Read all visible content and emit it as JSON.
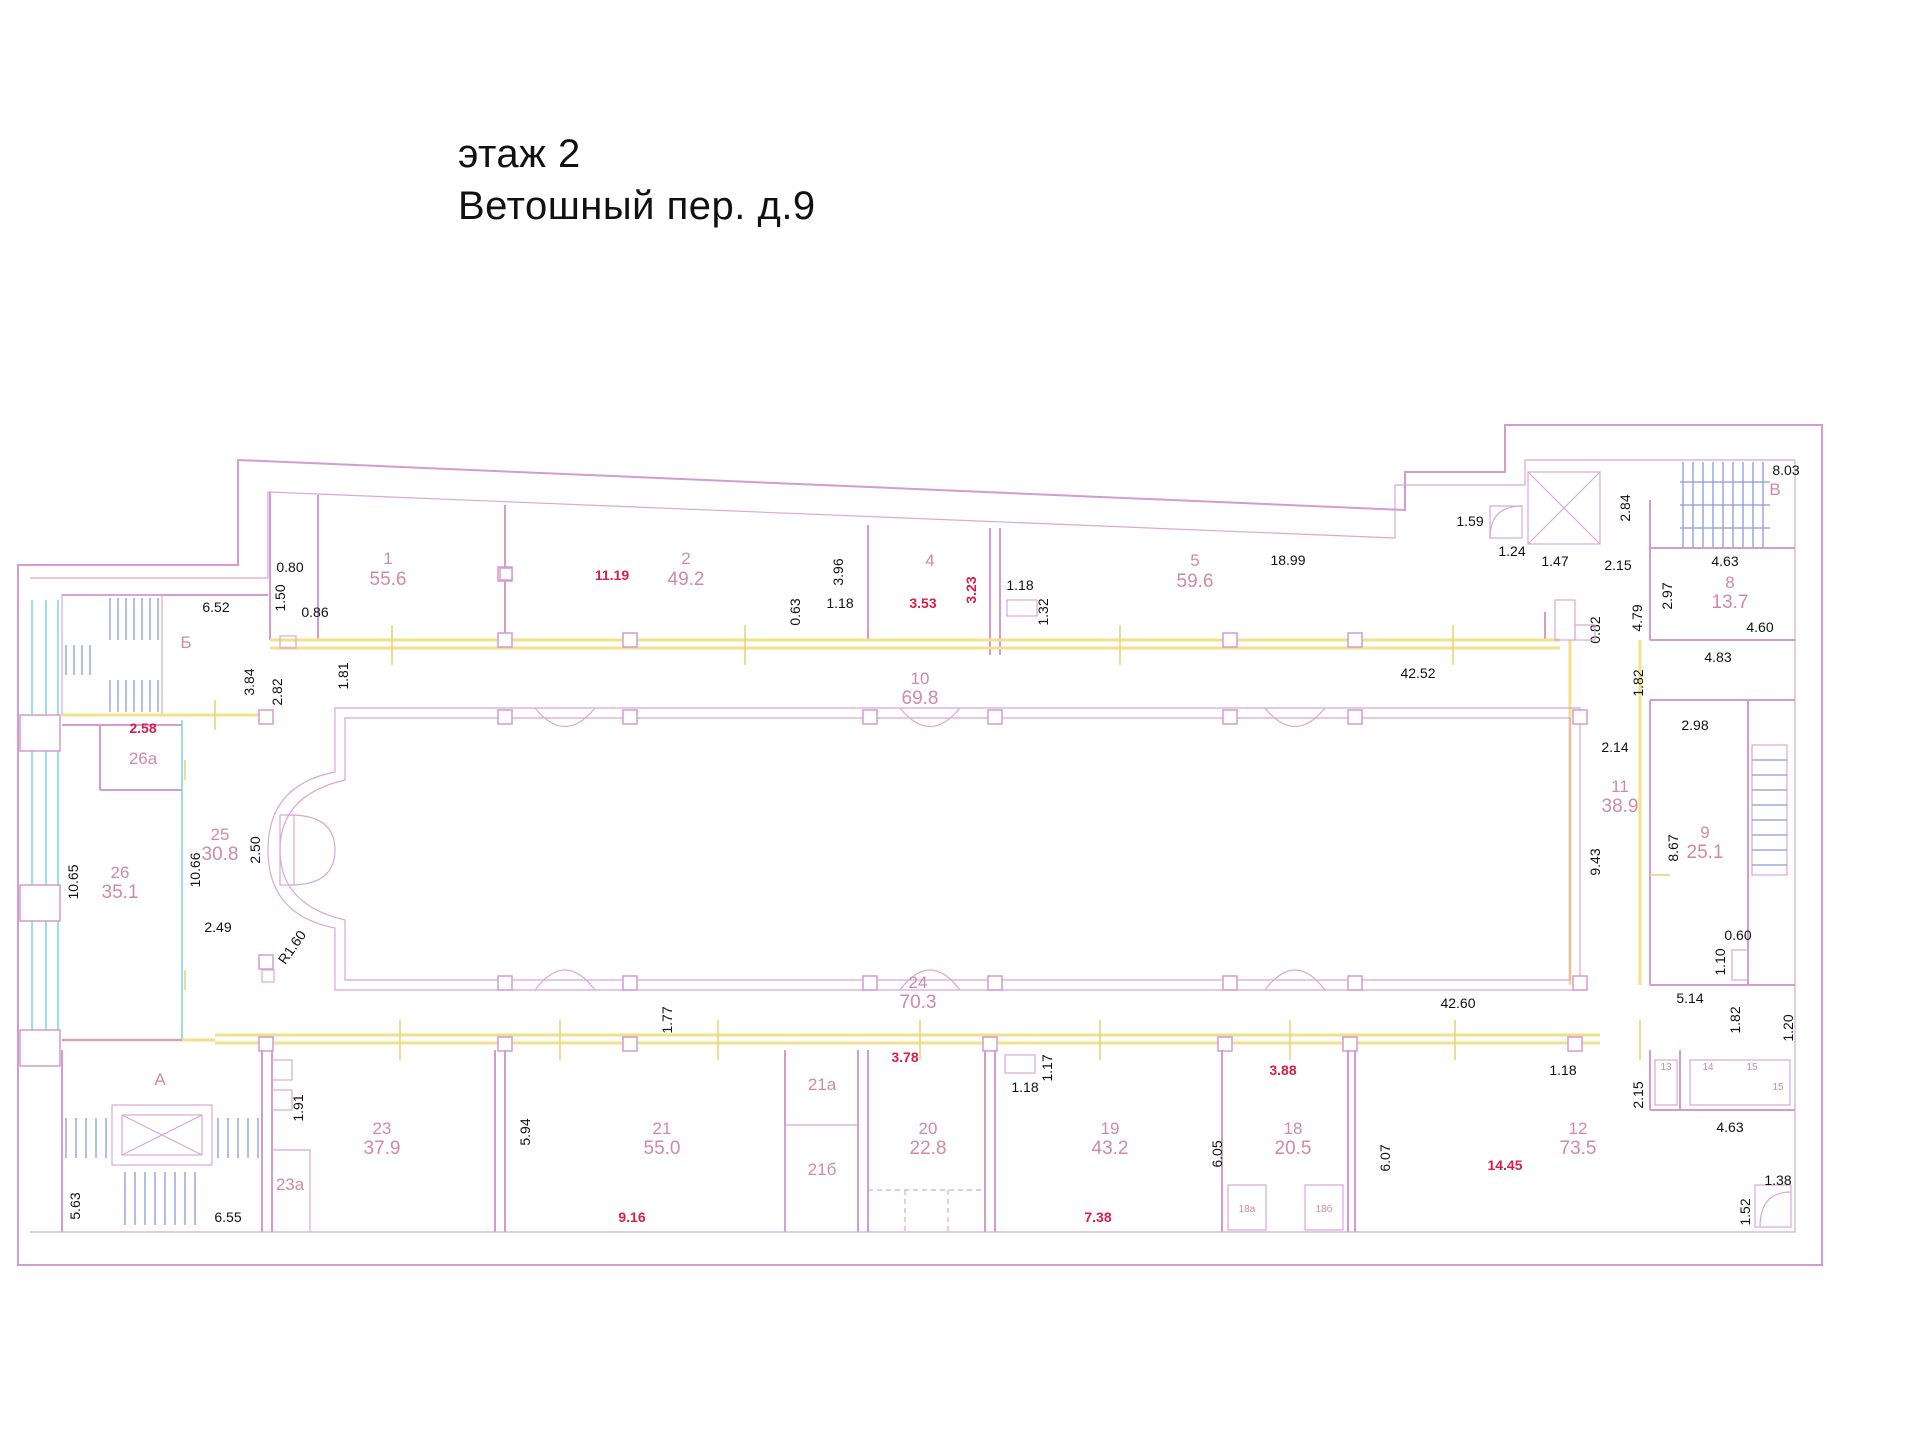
{
  "header": {
    "floor": "этаж 2",
    "address": "Ветошный пер. д.9"
  },
  "rooms": [
    {
      "id": "r1",
      "number": "1",
      "area": "55.6"
    },
    {
      "id": "r2",
      "number": "2",
      "area": "49.2"
    },
    {
      "id": "r4",
      "number": "4",
      "area": ""
    },
    {
      "id": "r5",
      "number": "5",
      "area": "59.6"
    },
    {
      "id": "r8",
      "number": "8",
      "area": "13.7"
    },
    {
      "id": "r9",
      "number": "9",
      "area": "25.1"
    },
    {
      "id": "r10",
      "number": "10",
      "area": "69.8"
    },
    {
      "id": "r11",
      "number": "11",
      "area": "38.9"
    },
    {
      "id": "r12",
      "number": "12",
      "area": "73.5"
    },
    {
      "id": "r18",
      "number": "18",
      "area": "20.5"
    },
    {
      "id": "r19",
      "number": "19",
      "area": "43.2"
    },
    {
      "id": "r20",
      "number": "20",
      "area": "22.8"
    },
    {
      "id": "r21",
      "number": "21",
      "area": "55.0"
    },
    {
      "id": "r23",
      "number": "23",
      "area": "37.9"
    },
    {
      "id": "r24",
      "number": "24",
      "area": "70.3"
    },
    {
      "id": "r25",
      "number": "25",
      "area": "30.8"
    },
    {
      "id": "r26",
      "number": "26",
      "area": "35.1"
    }
  ],
  "sublabels": {
    "s26a": "26а",
    "s23a": "23а",
    "s21a": "21а",
    "s21b": "21б",
    "s18a": "18а",
    "s18b": "18б",
    "s13": "13",
    "s14": "14",
    "s15a": "15",
    "s15b": "15",
    "stair_a": "А",
    "stair_b": "Б",
    "stair_v": "В"
  },
  "dimensions_red": {
    "d_11_19": "11.19",
    "d_3_53": "3.53",
    "d_3_23": "3.23",
    "d_2_58": "2.58",
    "d_3_78": "3.78",
    "d_3_88": "3.88",
    "d_9_16": "9.16",
    "d_7_38": "7.38",
    "d_14_45": "14.45"
  },
  "dimensions": {
    "d_0_80": "0.80",
    "d_1_50": "1.50",
    "d_0_86": "0.86",
    "d_6_52": "6.52",
    "d_3_84": "3.84",
    "d_2_82": "2.82",
    "d_1_81": "1.81",
    "d_3_96": "3.96",
    "d_0_63": "0.63",
    "d_1_18a": "1.18",
    "d_1_18b": "1.18",
    "d_1_32": "1.32",
    "d_18_99": "18.99",
    "d_1_59": "1.59",
    "d_1_24": "1.24",
    "d_1_47": "1.47",
    "d_2_84": "2.84",
    "d_8_03": "8.03",
    "d_2_15a": "2.15",
    "d_4_63a": "4.63",
    "d_2_97": "2.97",
    "d_4_79": "4.79",
    "d_0_82": "0.82",
    "d_4_60": "4.60",
    "d_4_83": "4.83",
    "d_42_52": "42.52",
    "d_1_82a": "1.82",
    "d_2_98": "2.98",
    "d_2_14": "2.14",
    "d_9_43": "9.43",
    "d_8_67": "8.67",
    "d_0_60": "0.60",
    "d_1_10": "1.10",
    "d_5_14": "5.14",
    "d_1_82b": "1.82",
    "d_1_20": "1.20",
    "d_42_60": "42.60",
    "d_1_18c": "1.18",
    "d_2_15b": "2.15",
    "d_4_63b": "4.63",
    "d_1_38": "1.38",
    "d_1_52": "1.52",
    "d_1_77": "1.77",
    "d_1_17": "1.17",
    "d_1_18d": "1.18",
    "d_5_94": "5.94",
    "d_6_05": "6.05",
    "d_6_07": "6.07",
    "d_1_91": "1.91",
    "d_5_63": "5.63",
    "d_6_55": "6.55",
    "d_10_65": "10.65",
    "d_10_66": "10.66",
    "d_2_50": "2.50",
    "d_2_49": "2.49",
    "d_r1_60": "R1.60"
  },
  "colors": {
    "wall": "#d39bd0",
    "room_label": "#d08aa6",
    "dimension_red": "#d4204a",
    "corridor": "#f2e08a",
    "stairs": "#8a9bd8",
    "glazing": "#9be0e6"
  }
}
